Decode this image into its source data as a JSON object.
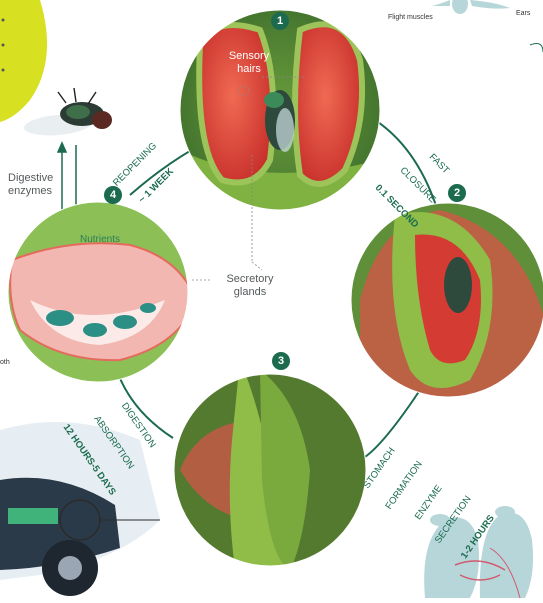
{
  "steps": [
    {
      "number": "1"
    },
    {
      "number": "2",
      "label_line1": "FAST",
      "label_line2": "CLOSURE",
      "label_time": "0.1 SECOND"
    },
    {
      "number": "3",
      "label_line1": "STOMACH",
      "label_line2": "FORMATION",
      "label_line3": "ENZYME",
      "label_line4": "SECRETION",
      "label_time": "1-2 HOURS"
    },
    {
      "number": "4",
      "label_line1": "REOPENING",
      "label_time": "~ 1 WEEK"
    }
  ],
  "digestion": {
    "label_line1": "DIGESTION",
    "label_line2": "ABSORPTION",
    "label_time": "12 HOURS-5 DAYS"
  },
  "annotations": {
    "sensory_hairs": "Sensory hairs",
    "digestive_enzymes": "Digestive enzymes",
    "nutrients": "Nutrients",
    "secretory_glands": "Secretory glands"
  },
  "corner_labels": {
    "flight_muscles": "Flight muscles",
    "ears": "Ears",
    "oth": "oth"
  },
  "colors": {
    "accent": "#1c6b4f",
    "trap_red": "#e0473e",
    "leaf_green": "#7fb241"
  }
}
